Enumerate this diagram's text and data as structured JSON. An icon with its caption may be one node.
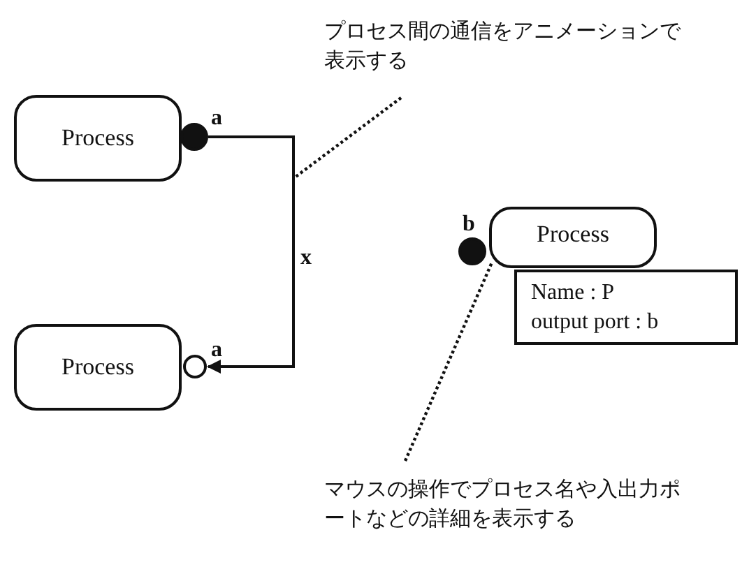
{
  "diagram": {
    "nodes": [
      {
        "text": [
          "Process"
        ]
      },
      {
        "text": [],
        "shape": "circle",
        "beside": [
          "a"
        ]
      },
      {
        "text": [
          "Process"
        ]
      },
      {
        "text": [],
        "shape": "circle",
        "beside": [
          "a"
        ]
      },
      {
        "text": [
          "Process"
        ]
      },
      {
        "text": [],
        "shape": "circle",
        "beside": [
          "b"
        ]
      },
      {
        "text": [
          "Name : P",
          "output port : b"
        ]
      },
      {
        "text": [
          "プロセス間の通信をアニメーションで表示する"
        ]
      },
      {
        "text": [
          "マウスの操作でプロセス名や入出力ポートなどの詳細を表示する"
        ]
      }
    ],
    "edges": [
      {
        "from": 1,
        "to": 3,
        "arrow": "to",
        "label": "x"
      },
      {
        "from": 7,
        "to": null,
        "arrow": "none",
        "style": "dashed"
      },
      {
        "from": 8,
        "to": 4,
        "arrow": "none",
        "style": "dashed"
      }
    ]
  }
}
